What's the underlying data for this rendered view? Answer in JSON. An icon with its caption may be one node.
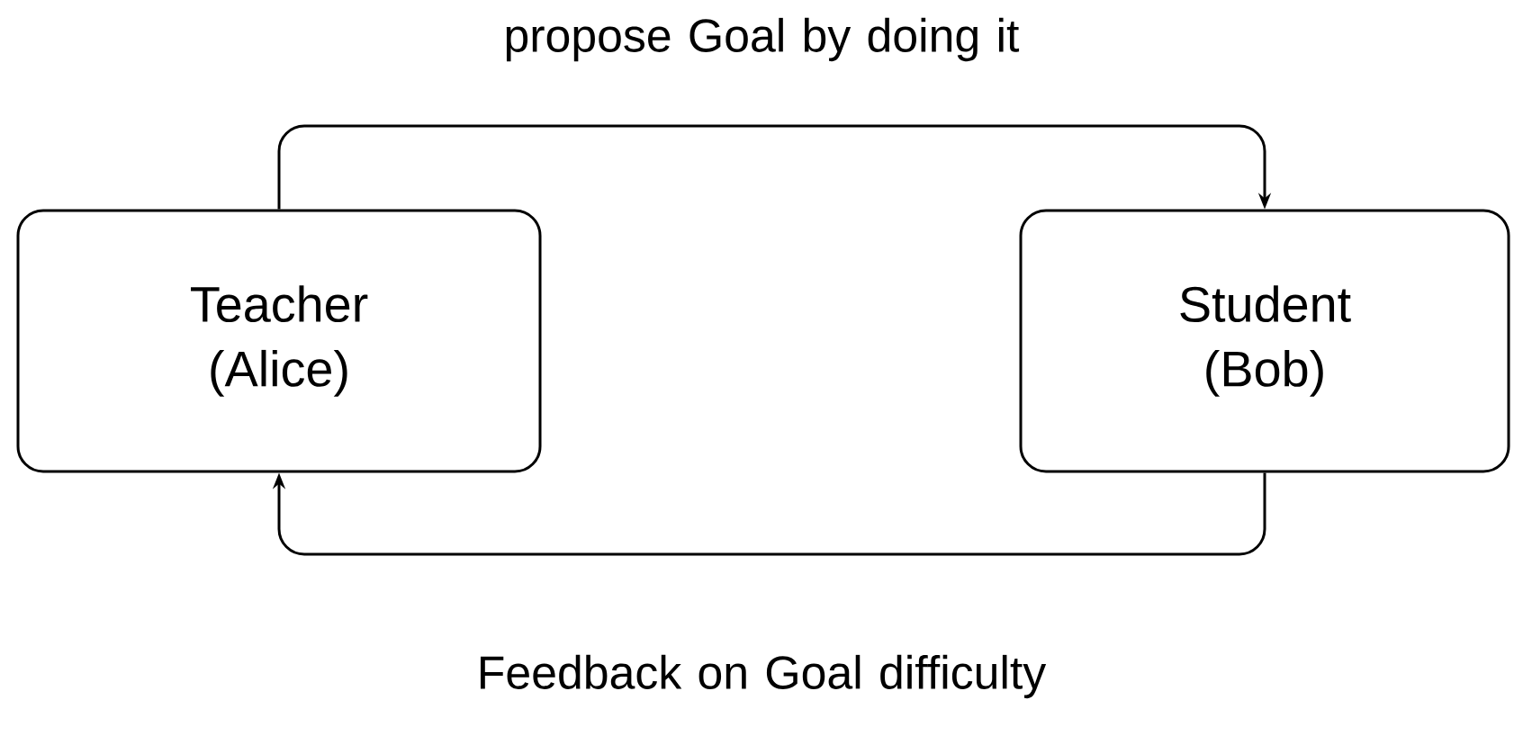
{
  "diagram": {
    "nodes": [
      {
        "text": [
          "Teacher (Alice)"
        ]
      },
      {
        "text": [
          "Student (Bob)"
        ]
      }
    ],
    "edges": [
      {
        "from": 0,
        "to": 1,
        "arrow": "to",
        "label": "propose Goal by doing it"
      },
      {
        "from": 1,
        "to": 0,
        "arrow": "to",
        "label": "Feedback on Goal difficulty"
      }
    ]
  }
}
